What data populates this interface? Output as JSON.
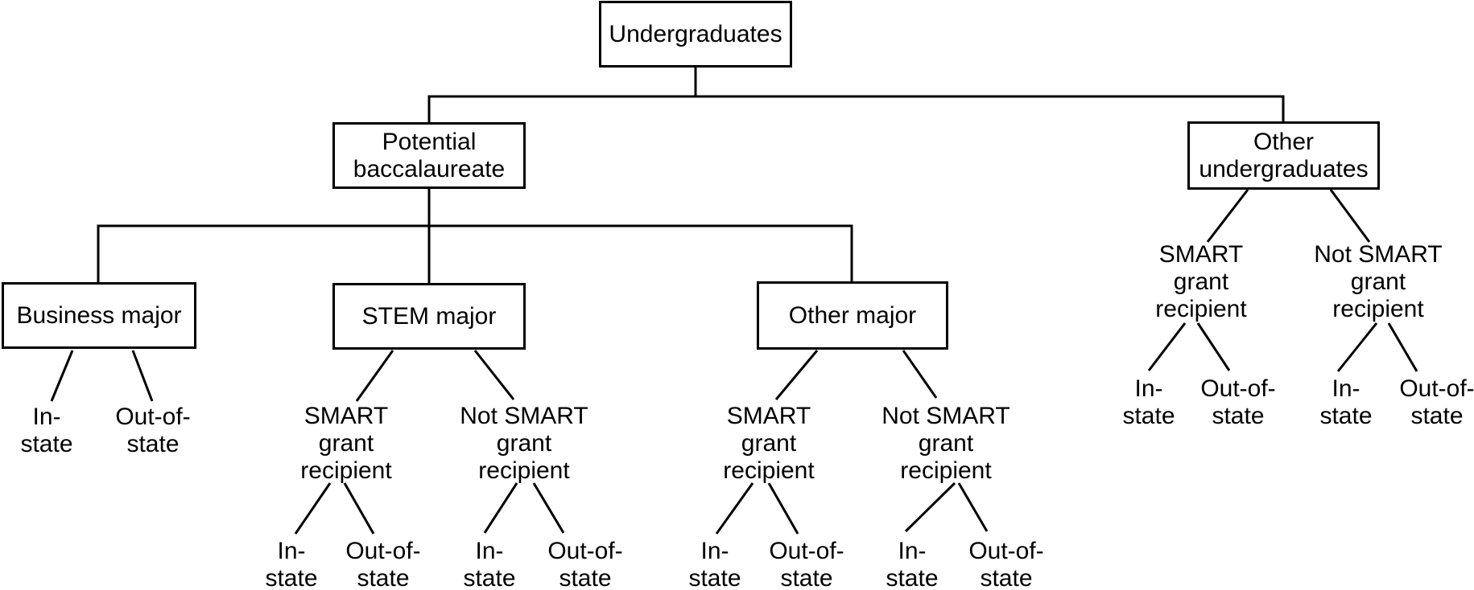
{
  "colors": {
    "background": "#ffffff",
    "line": "#000000",
    "text": "#000000"
  },
  "tree": {
    "label": "Undergraduates",
    "children": [
      {
        "label": "Potential\nbaccalaureate",
        "children": [
          {
            "label": "Business major",
            "children": [
              {
                "label": "In-\nstate"
              },
              {
                "label": "Out-of-\nstate"
              }
            ]
          },
          {
            "label": "STEM major",
            "children": [
              {
                "label": "SMART\ngrant\nrecipient",
                "children": [
                  {
                    "label": "In-\nstate"
                  },
                  {
                    "label": "Out-of-\nstate"
                  }
                ]
              },
              {
                "label": "Not SMART\ngrant\nrecipient",
                "children": [
                  {
                    "label": "In-\nstate"
                  },
                  {
                    "label": "Out-of-\nstate"
                  }
                ]
              }
            ]
          },
          {
            "label": "Other major",
            "children": [
              {
                "label": "SMART\ngrant\nrecipient",
                "children": [
                  {
                    "label": "In-\nstate"
                  },
                  {
                    "label": "Out-of-\nstate"
                  }
                ]
              },
              {
                "label": "Not SMART\ngrant\nrecipient",
                "children": [
                  {
                    "label": "In-\nstate"
                  },
                  {
                    "label": "Out-of-\nstate"
                  }
                ]
              }
            ]
          }
        ]
      },
      {
        "label": "Other\nundergraduates",
        "children": [
          {
            "label": "SMART\ngrant\nrecipient",
            "children": [
              {
                "label": "In-\nstate"
              },
              {
                "label": "Out-of-\nstate"
              }
            ]
          },
          {
            "label": "Not SMART\ngrant\nrecipient",
            "children": [
              {
                "label": "In-\nstate"
              },
              {
                "label": "Out-of-\nstate"
              }
            ]
          }
        ]
      }
    ]
  }
}
